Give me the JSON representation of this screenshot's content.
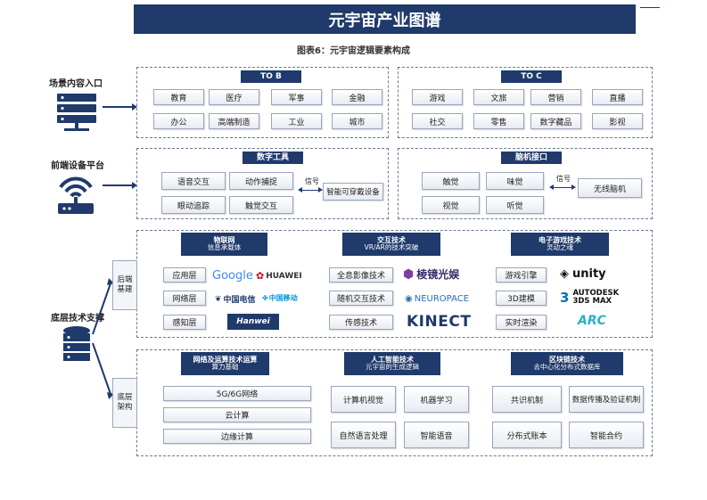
{
  "title": "元宇宙产业图谱",
  "subtitle": "图表6：元宇宙逻辑要素构成",
  "left_labels": {
    "scene": "场景内容入口",
    "device": "前端设备平台",
    "tech": "底层技术支撑"
  },
  "to_b": {
    "title": "TO B",
    "items": [
      "教育",
      "医疗",
      "军事",
      "金融",
      "办公",
      "高端制造",
      "工业",
      "城市"
    ]
  },
  "to_c": {
    "title": "TO C",
    "items": [
      "游戏",
      "文旅",
      "营销",
      "直播",
      "社交",
      "零售",
      "数字藏品",
      "影视"
    ]
  },
  "digital_tools": {
    "title": "数字工具",
    "items": [
      "语音交互",
      "动作捕捉",
      "眼动追踪",
      "触觉交互"
    ],
    "signal": "信号",
    "device": "智能可穿戴设备"
  },
  "bci": {
    "title": "脑机接口",
    "items": [
      "触觉",
      "味觉",
      "视觉",
      "听觉"
    ],
    "signal": "信号",
    "device": "无线脑机"
  },
  "backend_label": "后端\n基建",
  "base_label": "底层\n架构",
  "iot": {
    "title": "物联网",
    "subtitle": "信息承载体",
    "layers": [
      "应用层",
      "网络层",
      "感知层"
    ]
  },
  "interaction": {
    "title": "交互技术",
    "subtitle": "VR/AR的技术突破",
    "items": [
      "全息影像技术",
      "随机交互技术",
      "传感技术"
    ]
  },
  "game_tech": {
    "title": "电子游戏技术",
    "subtitle": "灵动之魂",
    "items": [
      "游戏引擎",
      "3D建模",
      "实时渲染"
    ]
  },
  "logos": {
    "google": "Google",
    "huawei": "HUAWEI",
    "china_telecom": "中国电信",
    "china_mobile": "中国移动",
    "hanwei": "Hanwei",
    "lingjing": "棱镜光娱",
    "neuropace": "NEUROPACE",
    "kinect": "KINECT",
    "unity": "unity",
    "autodesk1": "AUTODESK",
    "autodesk2": "3DS MAX",
    "arc": "ARC"
  },
  "network": {
    "title": "网络及运算技术运算",
    "subtitle": "算力基础",
    "items": [
      "5G/6G网络",
      "云计算",
      "边缘计算"
    ]
  },
  "ai": {
    "title": "人工智能技术",
    "subtitle": "元宇宙的生成逻辑",
    "items": [
      "计算机视觉",
      "机器学习",
      "自然语言处理",
      "智能语音"
    ]
  },
  "blockchain": {
    "title": "区块链技术",
    "subtitle": "去中心化分布式数据库",
    "items": [
      "共识机制",
      "数据传播及验证机制",
      "分布式账本",
      "智能合约"
    ]
  },
  "colors": {
    "navy": "#1f3a6b",
    "border": "#6b7a99",
    "huawei_red": "#d7000f",
    "google_blue": "#4285f4"
  },
  "icons": [
    "server-icon",
    "router-icon",
    "database-icon"
  ]
}
